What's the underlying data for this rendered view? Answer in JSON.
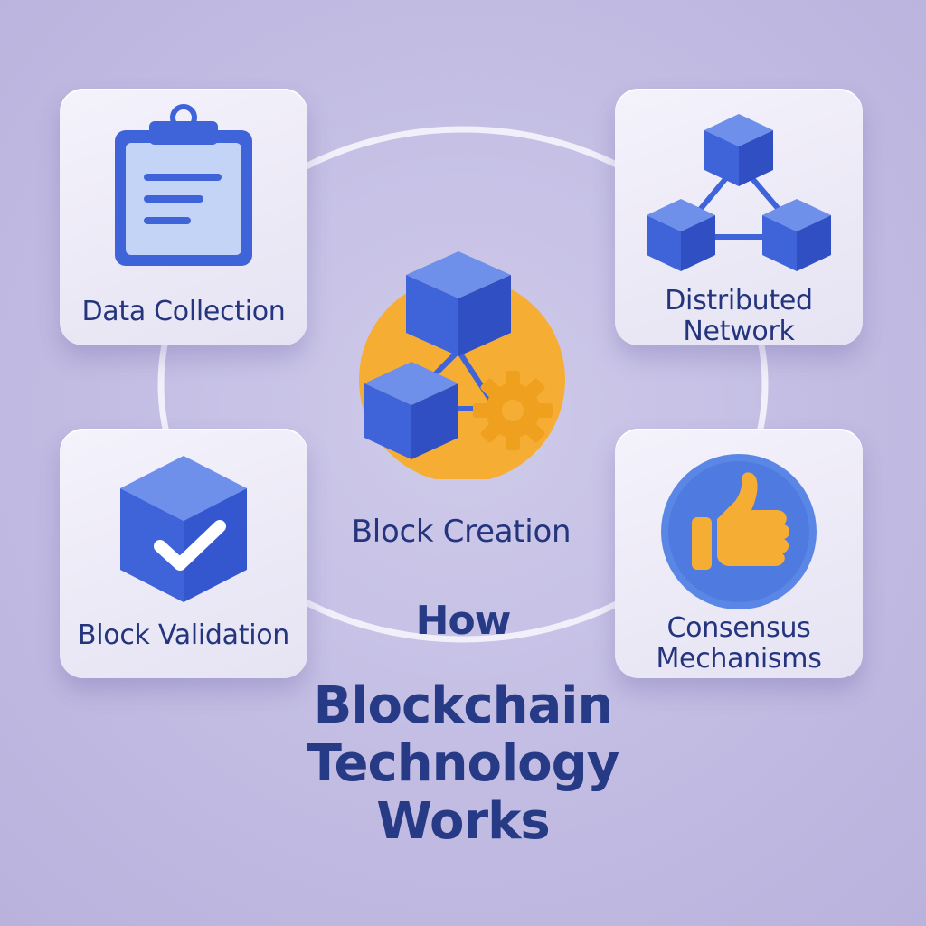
{
  "title": {
    "line1": "How",
    "line2": "Blockchain",
    "line3": "Technology",
    "line4": "Works"
  },
  "steps": {
    "data_collection": {
      "label": "Data Collection",
      "icon": "clipboard-icon"
    },
    "distributed_network": {
      "label_line1": "Distributed",
      "label_line2": "Network",
      "icon": "network-cubes-icon"
    },
    "block_creation": {
      "label": "Block Creation",
      "icon": "cubes-gear-icon"
    },
    "block_validation": {
      "label": "Block Validation",
      "icon": "cube-checkmark-icon"
    },
    "consensus": {
      "label_line1": "Consensus",
      "label_line2": "Mechanisms",
      "icon": "thumbs-up-icon"
    }
  },
  "colors": {
    "background": "#c4bee4",
    "card": "#efedf8",
    "primary_blue": "#3f63d9",
    "accent_orange": "#f5ae33",
    "text": "#24357e"
  }
}
